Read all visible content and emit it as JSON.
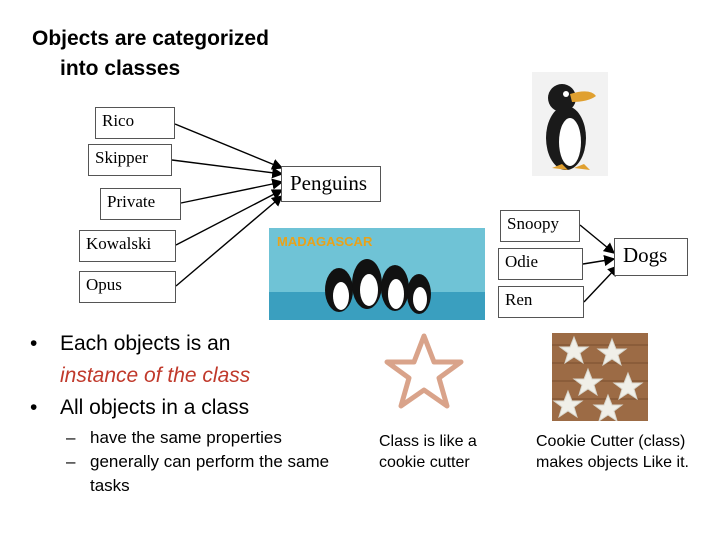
{
  "title": {
    "line1": "Objects are categorized",
    "line2": "into classes"
  },
  "penguin_objects": [
    "Rico",
    "Skipper",
    "Private",
    "Kowalski",
    "Opus"
  ],
  "penguin_class": "Penguins",
  "dog_objects": [
    "Snoopy",
    "Odie",
    "Ren"
  ],
  "dog_class": "Dogs",
  "bullets": [
    {
      "dot": "•",
      "text_a": "Each objects is an",
      "text_em": "instance of the class"
    },
    {
      "dot": "•",
      "text": "All objects in a class"
    }
  ],
  "sub_bullets": [
    {
      "dash": "–",
      "text": "have the same properties"
    },
    {
      "dash": "–",
      "text": "generally can perform the same tasks"
    }
  ],
  "captions": {
    "cutter": "Class is like a cookie cutter",
    "cookies": "Cookie Cutter (class) makes objects Like it."
  },
  "colors": {
    "arrow": "#000000",
    "emphasis": "#c0392b",
    "cutter": "#d9a38a",
    "cookie_tray": "#9c6b45"
  },
  "icons": [
    "penguin-cartoon-icon",
    "madagascar-penguins-poster-icon",
    "star-cookie-cutter-icon",
    "star-cookies-icon"
  ]
}
